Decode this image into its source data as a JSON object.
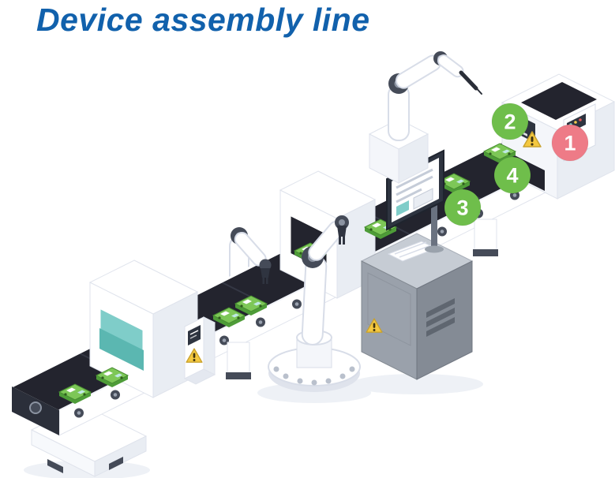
{
  "title": "Device assembly line",
  "colors": {
    "title_blue": "#1161ac",
    "step_green": "#6fbe4b",
    "step_red": "#ee7b87",
    "belt_dark": "#23242e",
    "machine_white": "#ffffff",
    "machine_shade": "#e9edf3",
    "cabinet_gray": "#9aa1ab",
    "scanner_teal": "#7fcdc9",
    "board_green": "#7dc757",
    "warning_yellow": "#f4c83f"
  },
  "steps": [
    {
      "label": "1",
      "color": "#ee7b87"
    },
    {
      "label": "2",
      "color": "#6fbe4b"
    },
    {
      "label": "3",
      "color": "#6fbe4b"
    },
    {
      "label": "4",
      "color": "#6fbe4b"
    }
  ]
}
